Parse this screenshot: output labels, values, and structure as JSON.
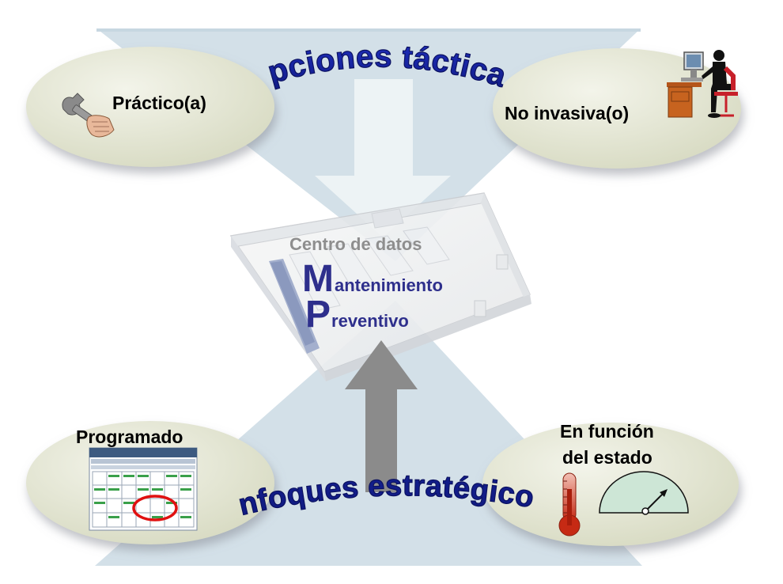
{
  "banners": {
    "top": "Opciones tácticas",
    "bottom": "Enfoques estratégicos"
  },
  "ovals": {
    "top_left": {
      "label": "Práctico(a)",
      "icon": "wrench-hand-icon"
    },
    "top_right": {
      "label": "No invasiva(o)",
      "icon": "person-at-computer-icon"
    },
    "bottom_left": {
      "label": "Programado",
      "icon": "calendar-schedule-icon"
    },
    "bottom_right": {
      "label_line1": "En función",
      "label_line2": "del estado",
      "icon": "thermometer-gauge-icon"
    }
  },
  "center": {
    "title": "Centro de datos",
    "line1_initial": "M",
    "line1_rest": "antenimiento",
    "line2_initial": "P",
    "line2_rest": "reventivo"
  },
  "colors": {
    "funnel": "#d6e3ea",
    "oval": "#e4e6d4",
    "banner_blue": "#2233bb",
    "title_blue": "#2e2f8c",
    "arrow_gray": "#8a8a8a",
    "arrow_light": "#f0f4f6"
  }
}
